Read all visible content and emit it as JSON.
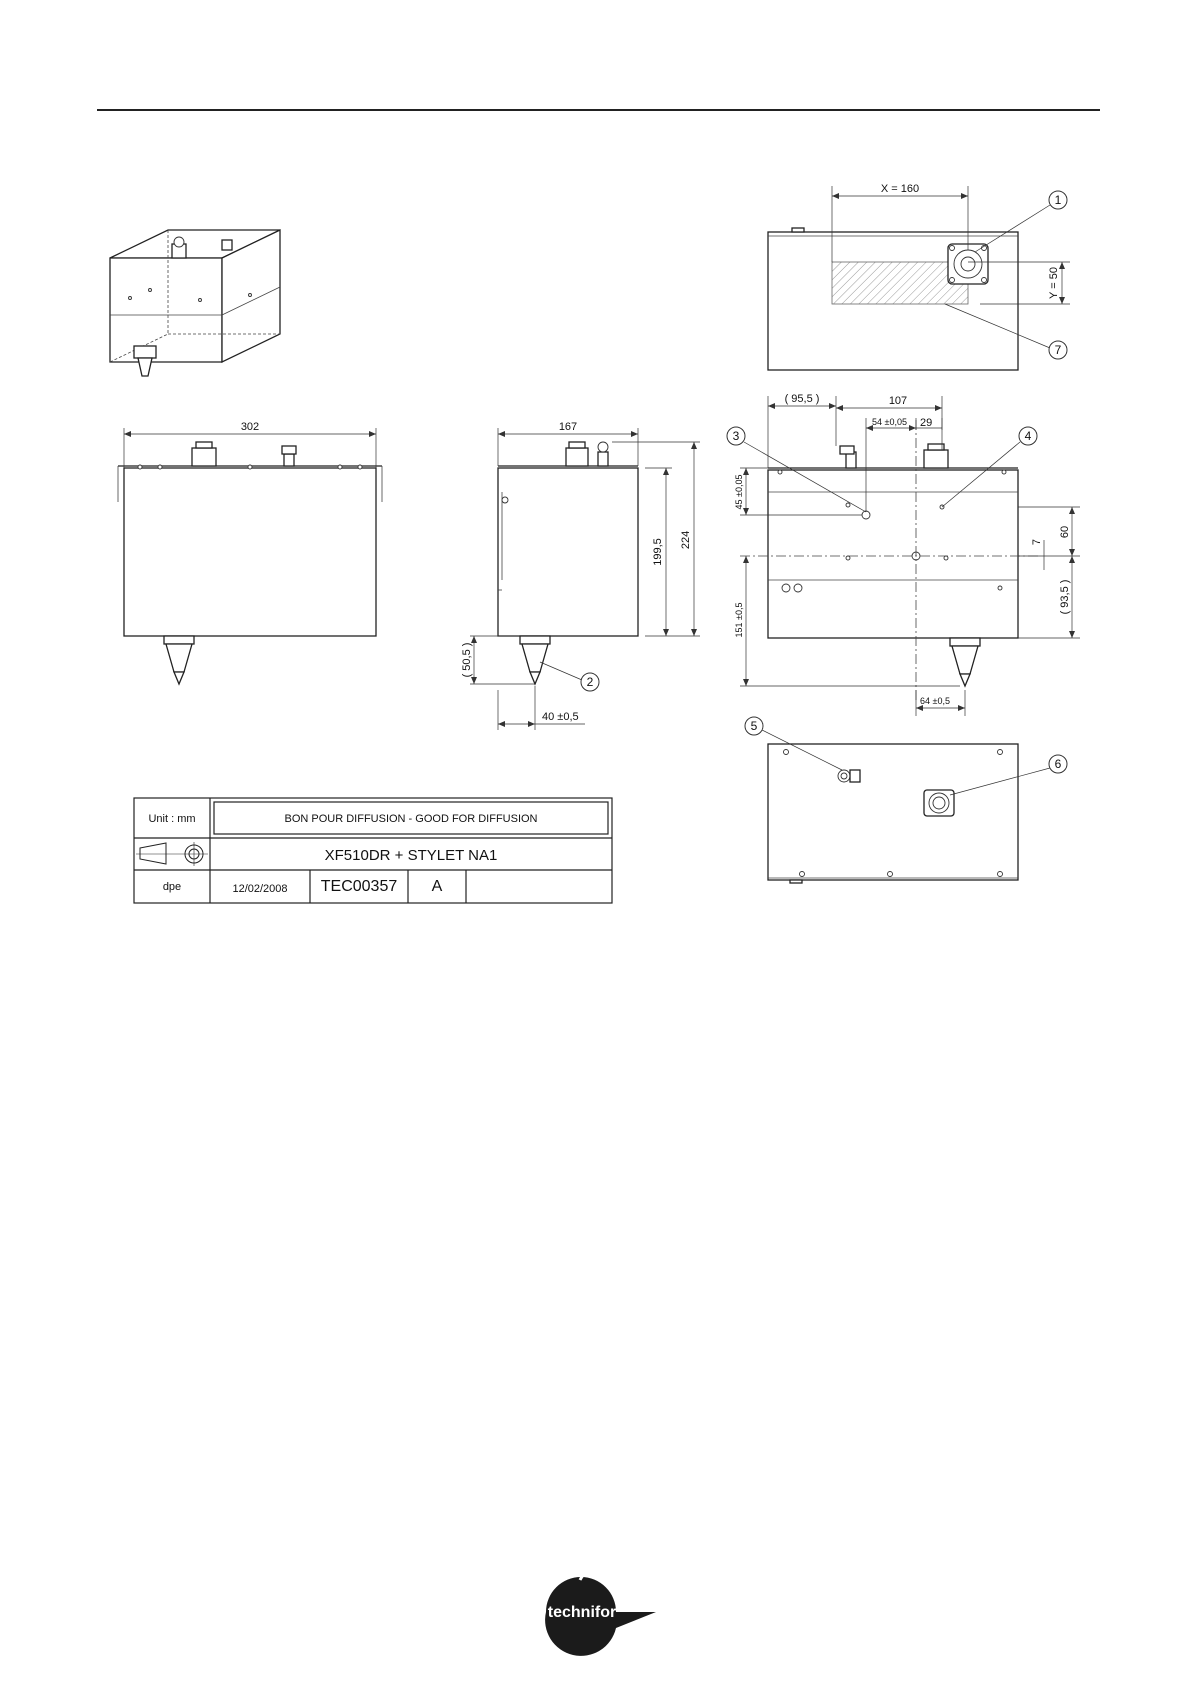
{
  "title_block": {
    "unit": "Unit : mm",
    "approval": "BON POUR DIFFUSION - GOOD FOR DIFFUSION",
    "part_name": "XF510DR + STYLET NA1",
    "author": "dpe",
    "date": "12/02/2008",
    "drawing_number": "TEC00357",
    "revision": "A"
  },
  "dimensions": {
    "top_x": "X = 160",
    "top_y": "Y = 50",
    "front_width": "302",
    "side_width": "167",
    "side_height_body": "199,5",
    "side_height_total": "224",
    "side_stylus": "( 50,5 )",
    "side_stylus_offset": "40 ±0,5",
    "rear_left": "( 95,5 )",
    "rear_top": "107",
    "rear_hole_spacing": "54 ±0,05",
    "rear_small": "29",
    "rear_v1": "45 ±0,05",
    "rear_v2": "151 ±0,5",
    "rear_right_7": "7",
    "rear_right_60": "60",
    "rear_right_93": "( 93,5 )",
    "rear_bottom": "64 ±0,5"
  },
  "callouts": [
    "1",
    "2",
    "3",
    "4",
    "5",
    "6",
    "7"
  ],
  "logo": {
    "text": "technifor"
  }
}
